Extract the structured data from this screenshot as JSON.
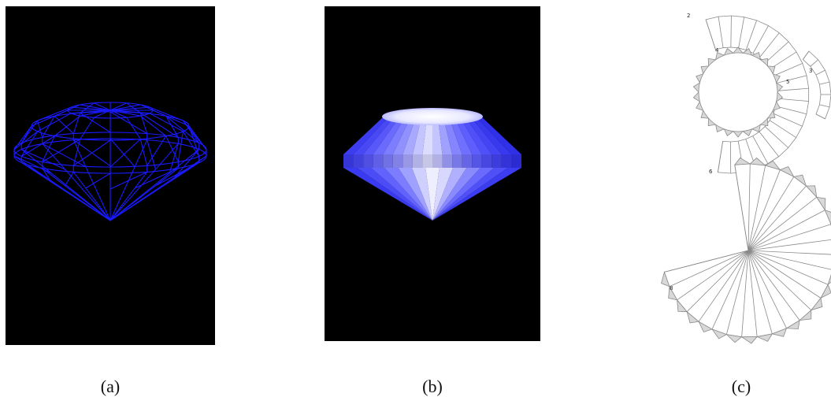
{
  "captions": {
    "a": "(a)",
    "b": "(b)",
    "c": "(c)"
  },
  "panels": {
    "a": {
      "style": "wireframe",
      "background": "#000000",
      "line_color": "#1a1aff"
    },
    "b": {
      "style": "shaded",
      "background": "#000000",
      "face_color": "#5a5aff"
    },
    "c": {
      "style": "unfolded-net",
      "background": "#ffffff",
      "edge_color": "#8a8a8a",
      "tab_color": "#d8d8d8"
    }
  },
  "net_labels": [
    "2",
    "4",
    "5",
    "3",
    "6",
    "8"
  ]
}
